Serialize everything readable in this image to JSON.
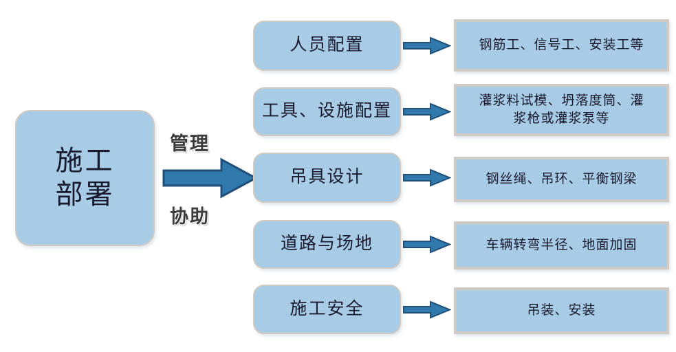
{
  "diagram": {
    "type": "flow-diagram",
    "title_node": {
      "label": "施工\n部署",
      "line1": "施工",
      "line2": "部署"
    },
    "edge_labels": {
      "top": "管理",
      "bottom": "协助"
    },
    "colors": {
      "box_fill": "#a8cbe6",
      "box_border": "#cfcac4",
      "arrow_fill": "#2f79ad",
      "arrow_stroke": "#1f4e79",
      "text": "#1a1a2e",
      "background": "#ffffff"
    },
    "rows": [
      {
        "category": "人员配置",
        "detail": "钢筋工、信号工、安装工等",
        "detail_lines": [
          "钢筋工、信号工、安装工等"
        ]
      },
      {
        "category": "工具、设施配置",
        "detail": "灌浆料试模、坍落度筒、灌浆枪或灌浆泵等",
        "detail_lines": [
          "灌浆料试模、坍落度筒、灌",
          "浆枪或灌浆泵等"
        ]
      },
      {
        "category": "吊具设计",
        "detail": "钢丝绳、吊环、平衡钢梁",
        "detail_lines": [
          "钢丝绳、吊环、平衡钢梁"
        ]
      },
      {
        "category": "道路与场地",
        "detail": "车辆转弯半径、地面加固",
        "detail_lines": [
          "车辆转弯半径、地面加固"
        ]
      },
      {
        "category": "施工安全",
        "detail": "吊装、安装",
        "detail_lines": [
          "吊装、安装"
        ]
      }
    ]
  }
}
